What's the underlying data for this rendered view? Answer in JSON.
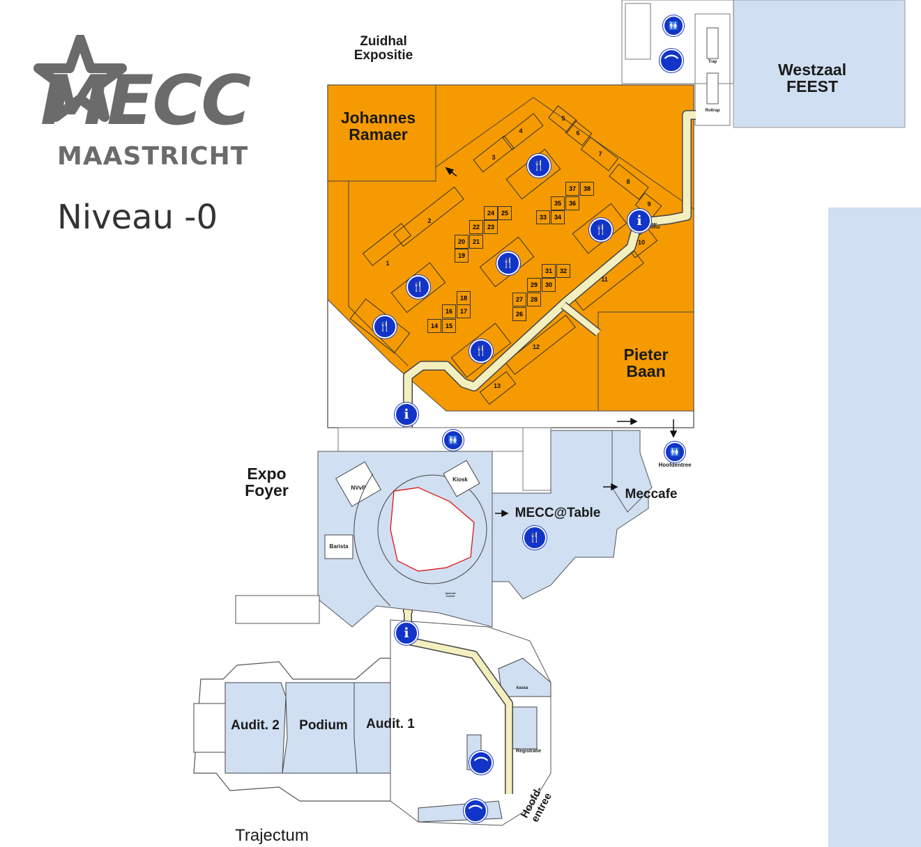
{
  "logo": {
    "name": "MECC",
    "subtitle": "MAASTRICHT"
  },
  "level": "Niveau -0",
  "halls": {
    "zuidhal": "Zuidhal\nExpositie",
    "westzaal": "Westzaal\nFEEST",
    "johannes": "Johannes\nRamaer",
    "pieter": "Pieter\nBaan",
    "expo_foyer": "Expo\nFoyer",
    "mecc_table": "MECC@Table",
    "meccafe": "Meccafe",
    "audit2": "Audit. 2",
    "podium": "Podium",
    "audit1": "Audit. 1",
    "trajectum": "Trajectum",
    "hoofdentree_rotated": "Hoofd-\nentree"
  },
  "small_labels": {
    "hoofdentree": "Hoofdentree",
    "nvvp": "NVvP",
    "kiosk": "Kiosk",
    "barista": "Barista",
    "kassa": "kassa",
    "registratie": "Registratie",
    "trap": "Trap",
    "trap2": "Roltrap",
    "naar_westhal": "naar\nWesthal",
    "internet_corner": "Internet\nCorner"
  },
  "booths": [
    "1",
    "2",
    "3",
    "4",
    "5",
    "6",
    "7",
    "8",
    "9",
    "10",
    "11",
    "12",
    "13",
    "14",
    "15",
    "16",
    "17",
    "18",
    "19",
    "20",
    "21",
    "22",
    "23",
    "24",
    "25",
    "26",
    "27",
    "28",
    "29",
    "30",
    "31",
    "32",
    "33",
    "34",
    "35",
    "36",
    "37",
    "38"
  ],
  "icons": {
    "info": "i",
    "restaurant": "🍴",
    "toilet": "🚻",
    "cloakroom": "⌒"
  },
  "colors": {
    "orange": "#f59a00",
    "blue_light": "#d0dff2",
    "path": "#f4efbf",
    "icon_blue": "#1234c8",
    "logo_gray": "#6b6b6b"
  }
}
